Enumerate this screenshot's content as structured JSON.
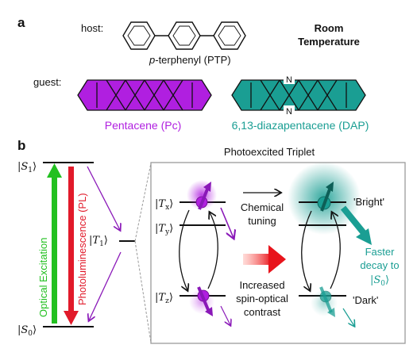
{
  "panel_a": {
    "label": "a",
    "host_label": "host:",
    "host_name_italic": "p",
    "host_name_rest": "-terphenyl (PTP)",
    "room_temp_line1": "Room",
    "room_temp_line2": "Temperature",
    "guest_label": "guest:",
    "pentacene_name": "Pentacene (Pc)",
    "dap_name": "6,13-diazapentacene (DAP)",
    "nitrogen_atom": "N"
  },
  "panel_b": {
    "label": "b",
    "photoexcited_triplet": "Photoexcited Triplet",
    "s1": "S",
    "s1_sub": "1",
    "s0": "S",
    "s0_sub": "0",
    "t1": "T",
    "t1_sub": "1",
    "tx": "T",
    "tx_sub": "x",
    "ty": "T",
    "ty_sub": "y",
    "tz": "T",
    "tz_sub": "z",
    "optical_excitation": "Optical Excitation",
    "photoluminescence": "Photoluminescence (PL)",
    "chemical_tuning_line1": "Chemical",
    "chemical_tuning_line2": "tuning",
    "increased_line1": "Increased",
    "increased_line2": "spin-optical",
    "increased_line3": "contrast",
    "bright": "'Bright'",
    "dark": "'Dark'",
    "faster_line1": "Faster",
    "faster_line2": "decay to",
    "faster_s": "S",
    "faster_sub": "0"
  },
  "colors": {
    "purple": "#b01fe0",
    "purple_dark": "#6a0a8a",
    "teal": "#1a9e93",
    "teal_dark": "#0d5f57",
    "green": "#22c020",
    "red": "#e11a2a",
    "grey_box": "#9a9a9a"
  }
}
